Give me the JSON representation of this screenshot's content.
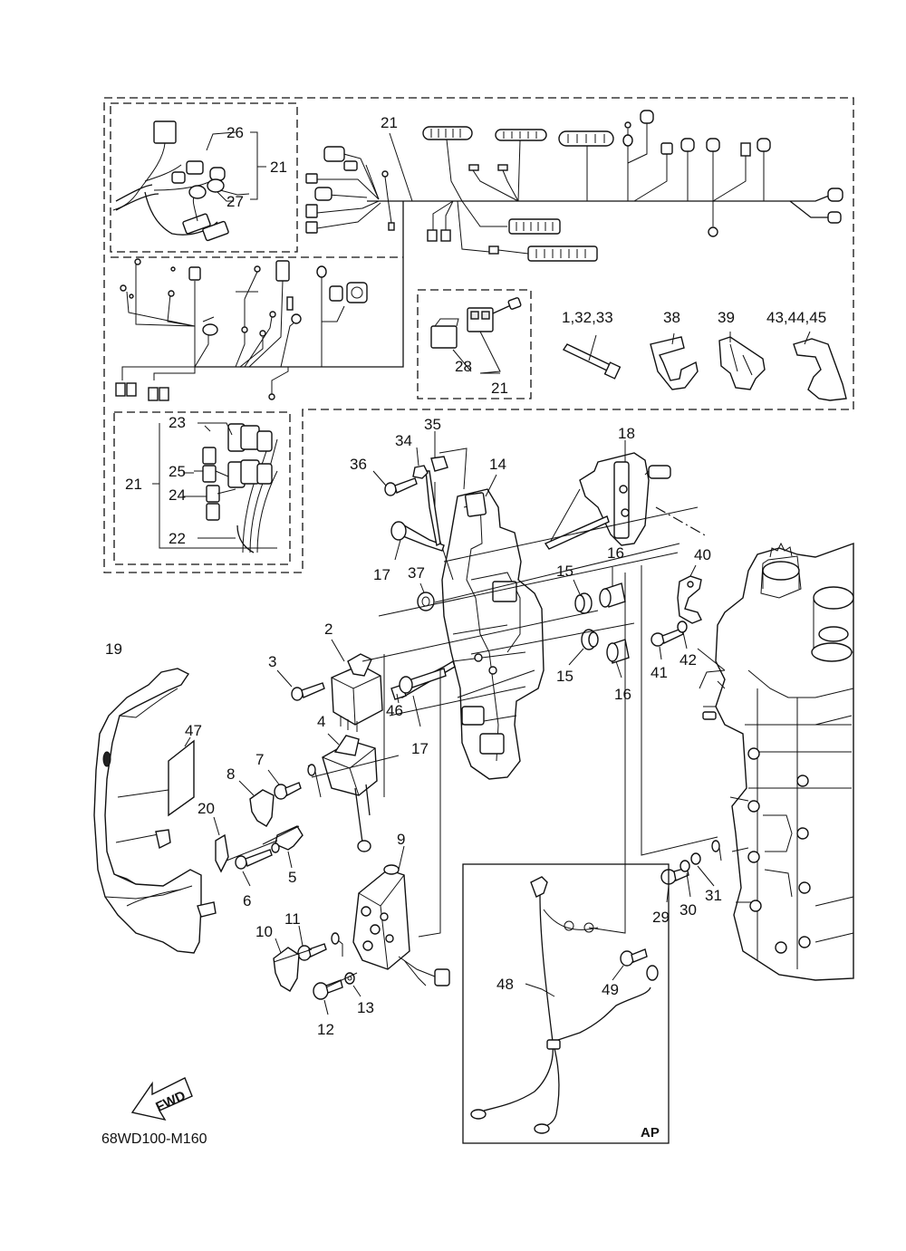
{
  "diagram": {
    "reference_code": "68WD100-M160",
    "fwd_label": "FWD",
    "ap_label": "AP",
    "callouts": [
      {
        "id": "c21a",
        "label": "21"
      },
      {
        "id": "c26",
        "label": "26"
      },
      {
        "id": "c21b",
        "label": "21"
      },
      {
        "id": "c27",
        "label": "27"
      },
      {
        "id": "c1_32_33",
        "label": "1,32,33"
      },
      {
        "id": "c38",
        "label": "38"
      },
      {
        "id": "c39",
        "label": "39"
      },
      {
        "id": "c43_44_45",
        "label": "43,44,45"
      },
      {
        "id": "c28",
        "label": "28"
      },
      {
        "id": "c21c",
        "label": "21"
      },
      {
        "id": "c23",
        "label": "23"
      },
      {
        "id": "c25",
        "label": "25"
      },
      {
        "id": "c21d",
        "label": "21"
      },
      {
        "id": "c24",
        "label": "24"
      },
      {
        "id": "c22",
        "label": "22"
      },
      {
        "id": "c35",
        "label": "35"
      },
      {
        "id": "c34",
        "label": "34"
      },
      {
        "id": "c36",
        "label": "36"
      },
      {
        "id": "c14",
        "label": "14"
      },
      {
        "id": "c18",
        "label": "18"
      },
      {
        "id": "c17a",
        "label": "17"
      },
      {
        "id": "c37",
        "label": "37"
      },
      {
        "id": "c16a",
        "label": "16"
      },
      {
        "id": "c15a",
        "label": "15"
      },
      {
        "id": "c40",
        "label": "40"
      },
      {
        "id": "c2",
        "label": "2"
      },
      {
        "id": "c3",
        "label": "3"
      },
      {
        "id": "c19",
        "label": "19"
      },
      {
        "id": "c15b",
        "label": "15"
      },
      {
        "id": "c16b",
        "label": "16"
      },
      {
        "id": "c41",
        "label": "41"
      },
      {
        "id": "c42",
        "label": "42"
      },
      {
        "id": "c4",
        "label": "4"
      },
      {
        "id": "c46",
        "label": "46"
      },
      {
        "id": "c17b",
        "label": "17"
      },
      {
        "id": "c47",
        "label": "47"
      },
      {
        "id": "c7",
        "label": "7"
      },
      {
        "id": "c8",
        "label": "8"
      },
      {
        "id": "c20",
        "label": "20"
      },
      {
        "id": "c5",
        "label": "5"
      },
      {
        "id": "c6",
        "label": "6"
      },
      {
        "id": "c9",
        "label": "9"
      },
      {
        "id": "c29",
        "label": "29"
      },
      {
        "id": "c30",
        "label": "30"
      },
      {
        "id": "c31",
        "label": "31"
      },
      {
        "id": "c11",
        "label": "11"
      },
      {
        "id": "c10",
        "label": "10"
      },
      {
        "id": "c48",
        "label": "48"
      },
      {
        "id": "c49",
        "label": "49"
      },
      {
        "id": "c13",
        "label": "13"
      },
      {
        "id": "c12",
        "label": "12"
      }
    ]
  }
}
